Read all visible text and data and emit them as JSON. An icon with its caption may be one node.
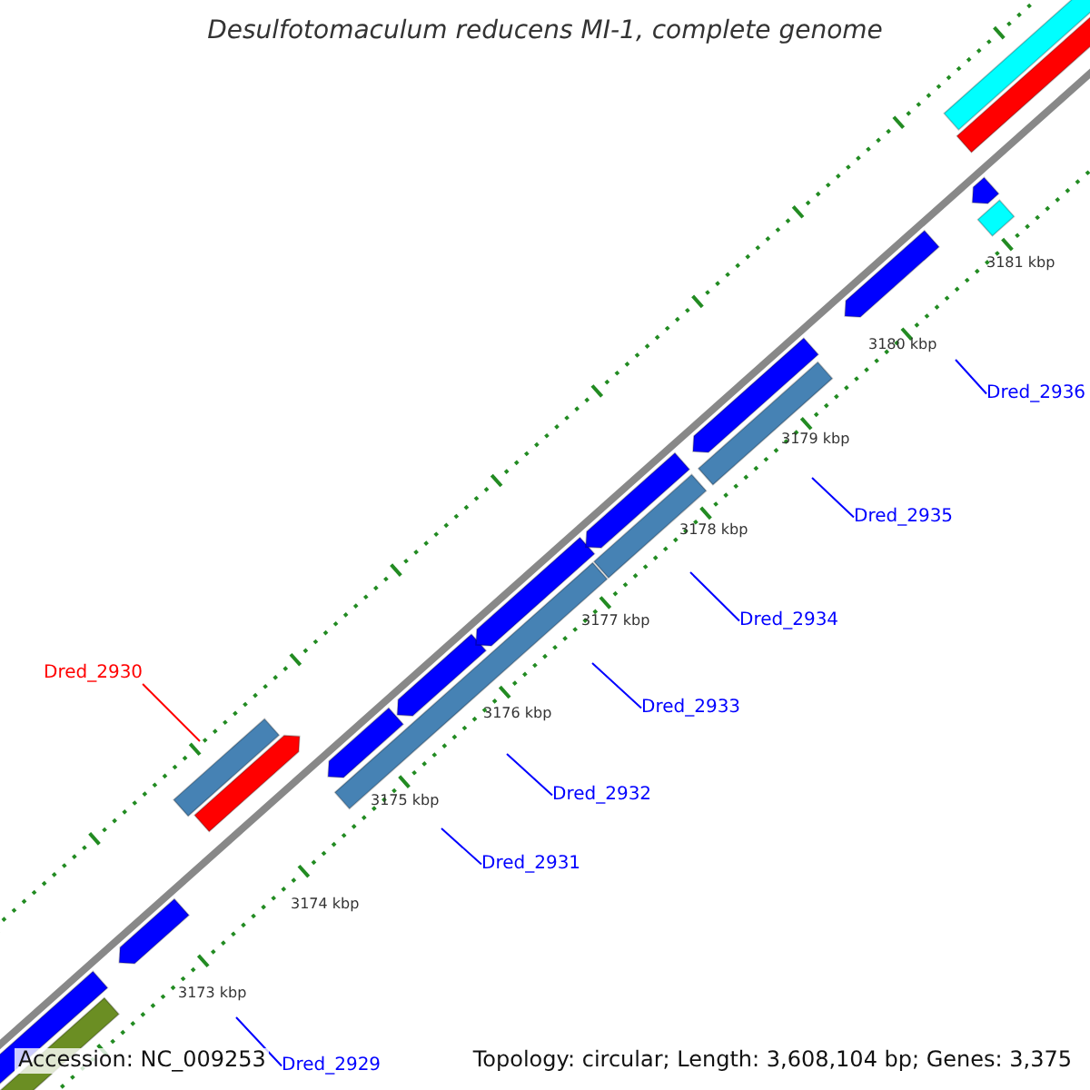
{
  "diagram": {
    "title": "Desulfotomaculum reducens MI-1, complete genome",
    "nodes": [
      {
        "text": [
          "Dred_2936"
        ]
      },
      {
        "text": [
          "Dred_2935"
        ]
      },
      {
        "text": [
          "Dred_2934"
        ]
      },
      {
        "text": [
          "Dred_2933"
        ]
      },
      {
        "text": [
          "Dred_2932"
        ]
      },
      {
        "text": [
          "Dred_2931"
        ]
      },
      {
        "text": [
          "Dred_2929"
        ]
      },
      {
        "text": [
          "Dred_2930"
        ]
      }
    ],
    "edges": [
      {
        "from": 0,
        "to": null,
        "arrow": "none"
      },
      {
        "from": 1,
        "to": null,
        "arrow": "none"
      },
      {
        "from": 2,
        "to": null,
        "arrow": "none"
      },
      {
        "from": 3,
        "to": null,
        "arrow": "none"
      },
      {
        "from": 4,
        "to": null,
        "arrow": "none"
      },
      {
        "from": 5,
        "to": null,
        "arrow": "none"
      },
      {
        "from": 6,
        "to": null,
        "arrow": "none"
      },
      {
        "from": 7,
        "to": null,
        "arrow": "none",
        "color": "#ff0000"
      }
    ],
    "labels": [
      "3181 kbp",
      "3180 kbp",
      "3179 kbp",
      "3178 kbp",
      "3177 kbp",
      "3176 kbp",
      "3175 kbp",
      "3174 kbp",
      "3173 kbp",
      "Accession: NC_009253",
      "Topology: circular; Length: 3,608,104 bp; Genes: 3,375"
    ]
  }
}
